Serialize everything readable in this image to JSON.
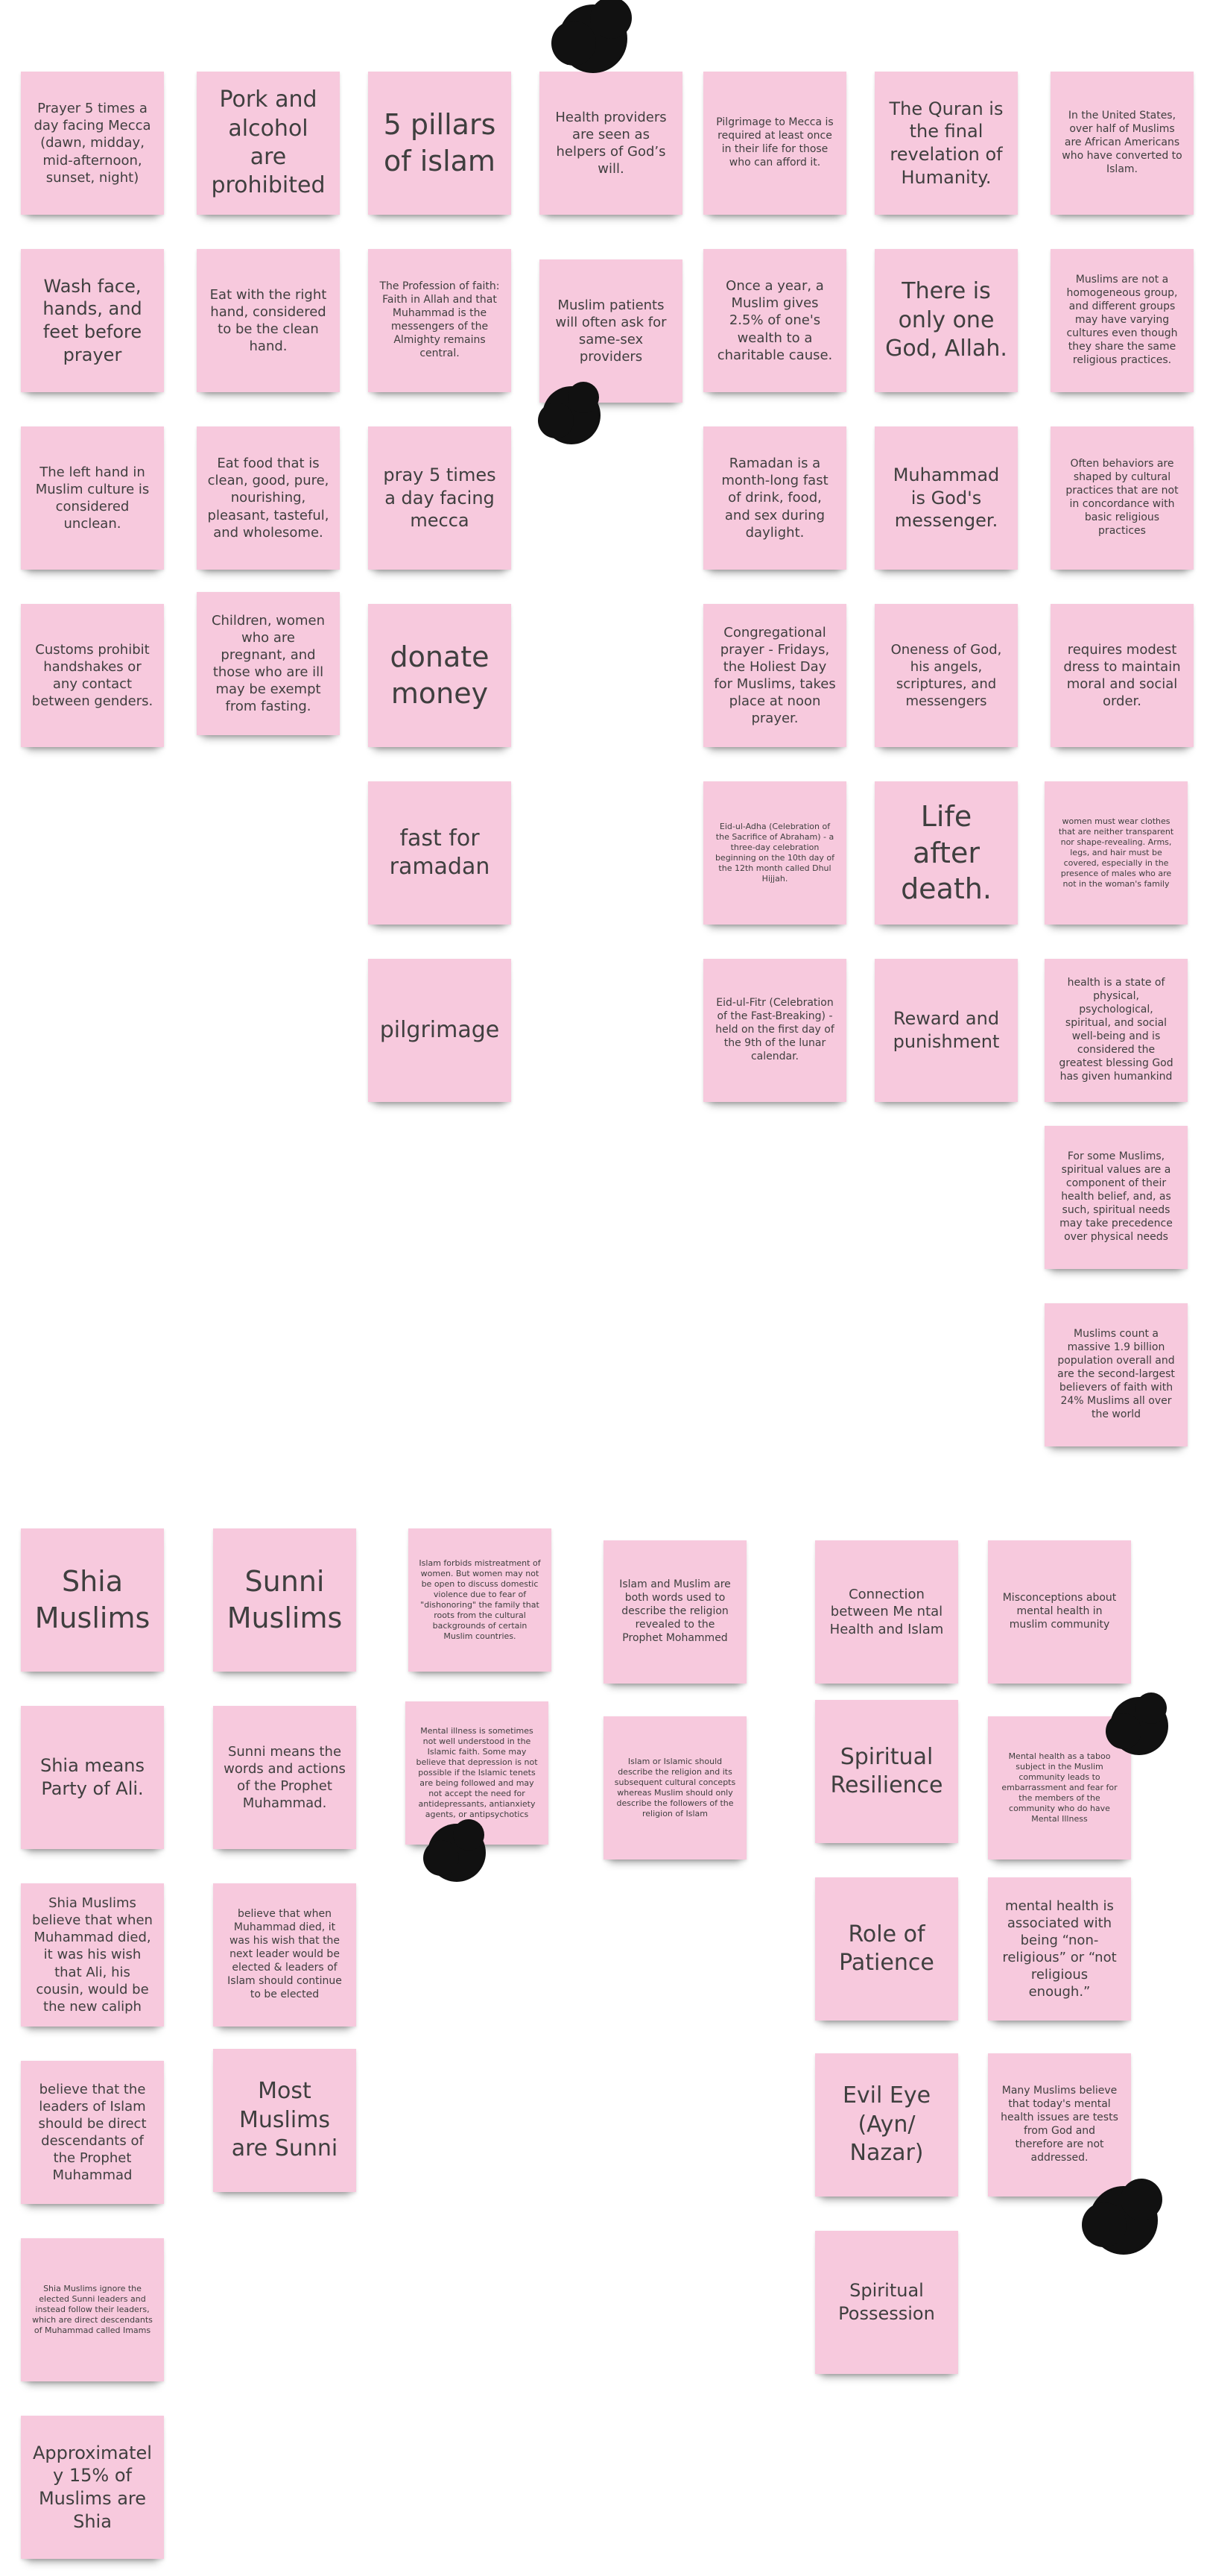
{
  "board": {
    "columns": [
      {
        "notes": [
          "Prayer 5 times a day facing Mecca (dawn, midday, mid-afternoon, sunset, night)",
          "Wash face, hands, and feet before prayer",
          "The left hand in Muslim culture is considered unclean.",
          "Customs prohibit handshakes or any contact between genders."
        ]
      },
      {
        "notes": [
          "Pork and alcohol are prohibited",
          "Eat with the right hand, considered to be the clean hand.",
          "Eat food that is clean, good, pure, nourishing, pleasant, tasteful, and wholesome.",
          "Children, women who are pregnant, and those who are ill may be exempt from fasting."
        ]
      },
      {
        "notes": [
          "5 pillars of islam",
          "The Profession of faith: Faith in Allah and that Muhammad is the messengers of the Almighty remains central.",
          "pray 5 times a day facing mecca",
          "donate money",
          "fast for ramadan",
          "pilgrimage"
        ]
      },
      {
        "notes": [
          "Health providers are seen as helpers of God’s will.",
          "Muslim patients will often ask for same-sex providers"
        ]
      },
      {
        "notes": [
          "Pilgrimage to Mecca is required at least once in their life for those who can afford it.",
          "Once a year, a Muslim gives 2.5% of one's wealth to a charitable cause.",
          "Ramadan is a month-long fast of drink, food, and sex during daylight.",
          "Congregational prayer - Fridays, the Holiest Day for Muslims, takes place at noon prayer.",
          "Eid-ul-Adha (Celebration of the Sacrifice of Abraham) - a three-day celebration beginning on the 10th day of the 12th month called Dhul Hijjah.",
          "Eid-ul-Fitr (Celebration of the Fast-Breaking) - held on the first day of the 9th of the lunar calendar."
        ]
      },
      {
        "notes": [
          "The Quran is the final revelation of Humanity.",
          "There is only one God, Allah.",
          "Muhammad is God's messenger.",
          "Oneness of God, his angels, scriptures, and messengers",
          "Life after death.",
          "Reward and punishment"
        ]
      },
      {
        "notes": [
          "In the United States, over half of Muslims are African Americans who have converted to Islam.",
          "Muslims are not a homogeneous group, and different groups may have varying cultures even though they share the same religious practices.",
          "Often behaviors are shaped by cultural practices that are not in concordance with basic religious practices",
          "requires modest dress to maintain moral and social order.",
          "women must wear clothes that are neither transparent nor shape-revealing. Arms, legs, and hair must be covered, especially in the presence of males who are not in the woman's family",
          "health is a state of physical, psychological, spiritual, and social well-being and is considered the greatest blessing God has given humankind",
          "For some Muslims, spiritual values are a component of their health belief, and, as such, spiritual needs may take precedence over physical needs",
          "Muslims count a massive 1.9 billion population overall and are the second-largest believers of faith with 24% Muslims all over the world"
        ]
      }
    ],
    "bottom": {
      "columns": [
        {
          "notes": [
            "Shia Muslims",
            "Shia means Party of Ali.",
            "Shia Muslims believe that when Muhammad died, it was his wish that Ali, his cousin, would be the new caliph",
            "believe that the leaders of Islam should be direct descendants of the Prophet Muhammad",
            "Shia Muslims ignore the elected Sunni leaders and instead follow their leaders, which are direct descendants of Muhammad called Imams",
            "Approximately 15% of Muslims are Shia"
          ]
        },
        {
          "notes": [
            "Sunni Muslims",
            "Sunni means the words and actions of the Prophet Muhammad.",
            "believe that when Muhammad died, it was his wish that the next leader would be elected & leaders of Islam should continue to be elected",
            "Most Muslims are Sunni"
          ]
        },
        {
          "notes": [
            "Islam forbids mistreatment of women. But women may not be open to discuss domestic violence due to fear of \"dishonoring\" the family that roots from the cultural backgrounds of certain Muslim countries.",
            "Mental illness is sometimes not well understood in the Islamic faith. Some may believe that depression is not possible if the Islamic tenets are being followed and may not accept the need for antidepressants, antianxiety agents, or antipsychotics"
          ]
        },
        {
          "notes": [
            "Islam and Muslim are both words used to describe the religion revealed to the Prophet Mohammed",
            "Islam or Islamic should describe the religion and its subsequent cultural concepts whereas Muslim should only describe the followers of the religion of Islam"
          ]
        },
        {
          "notes": [
            "Connection between Me ntal Health and Islam",
            "Spiritual Resilience",
            "Role of Patience",
            "Evil Eye (Ayn/ Nazar)",
            "Spiritual Possession"
          ]
        },
        {
          "notes": [
            "Misconceptions about mental health in muslim community",
            "Mental health as a taboo subject in the Muslim community leads to embarrassment and fear for the members of the community who do have Mental Illness",
            "mental health is associated with being “non-religious” or “not religious enough.”",
            "Many Muslims believe that today's mental health issues are tests from God and therefore are not addressed."
          ]
        }
      ]
    }
  }
}
